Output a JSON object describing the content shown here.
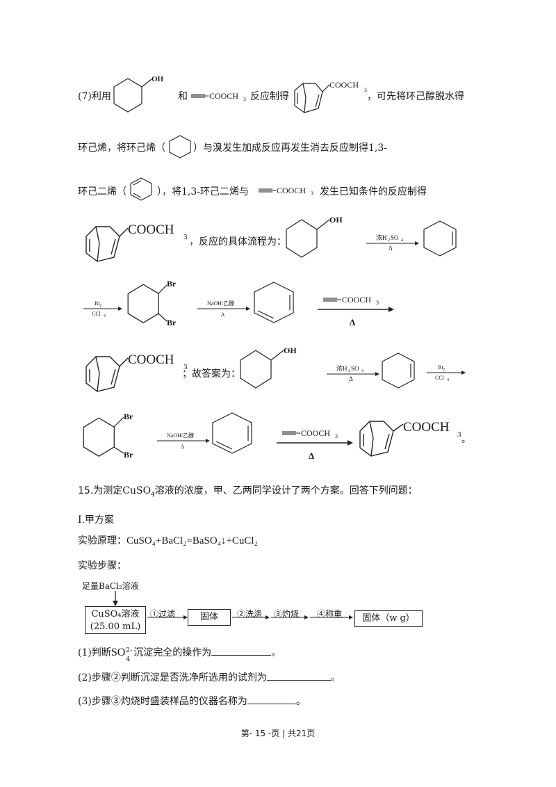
{
  "q7": {
    "prefix": "(7)利用",
    "and": "和",
    "react": "反应制得",
    "tail": "，可先将环己醇脱水得",
    "line2a": "环己烯，将环己烯（",
    "line2b": "）与溴发生加成反应再发生消去反应制得1,3-",
    "line3a": "环己二烯（",
    "line3b": "），将1,3-环己二烯与",
    "line3c": "发生已知条件的反应制得",
    "route_label": "，反应的具体流程为：",
    "answer_label": "；故答案为：",
    "end_mark": "。"
  },
  "reagents": {
    "ester": "COOCH",
    "ester_sub": "3",
    "oh": "OH",
    "br": "Br",
    "acid_a": "浓H",
    "acid_sub1": "2",
    "acid_b": "SO",
    "acid_sub2": "4",
    "heat": "Δ",
    "br2": "Br",
    "br2_sub": "2",
    "ccl": "CCl",
    "ccl_sub": "4",
    "naoh": "NaOH/乙醇"
  },
  "q15": {
    "title_a": "15.",
    "title_b": "为测定CuSO",
    "title_sub": "4",
    "title_c": "溶液的浓度，甲、乙两同学设计了两个方案。回答下列问题：",
    "plan": "I.甲方案",
    "principle_label": "实验原理：",
    "principle_eq": "CuSO₄+BaCl₂=BaSO₄↓+CuCl₂",
    "steps_label": "实验步骤：",
    "flow": {
      "top_label": "足量BaCl₂溶液",
      "box1_line1": "CuSO₄溶液",
      "box1_line2": "(25.00 mL)",
      "step1": "①过滤",
      "box2": "固体",
      "step2": "②洗涤",
      "step3": "③灼烧",
      "step4": "④称重",
      "box3": "固体（w g）"
    },
    "q1a": "(1)判断",
    "q1_ion": "SO",
    "q1_sup": "2-",
    "q1_sub": "4",
    "q1b": "沉淀完全的操作为",
    "q2": "(2)步骤②判断沉淀是否洗净所选用的试剂为",
    "q3": "(3)步骤③灼烧时盛装样品的仪器名称为",
    "period": "。"
  },
  "footer": "第- 15 -页 | 共21页"
}
